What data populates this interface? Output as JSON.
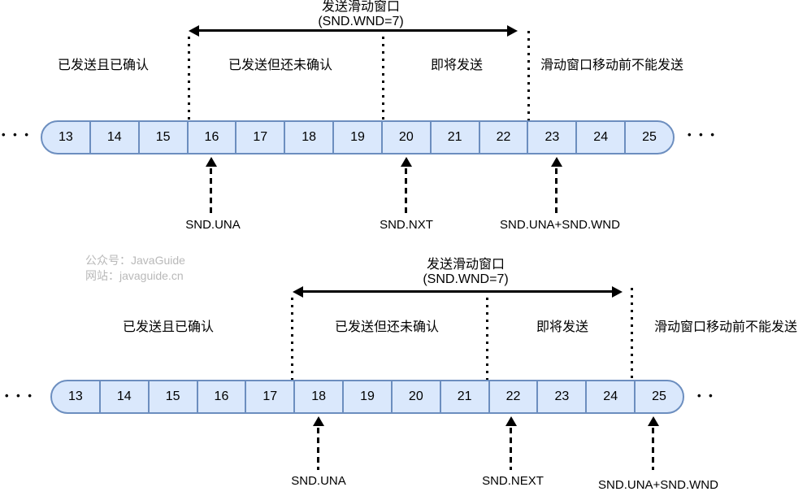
{
  "colors": {
    "cell_fill": "#dae8fc",
    "cell_border": "#6c8ebf",
    "line": "#000000",
    "watermark_text": "#b9b9b9"
  },
  "watermark": {
    "line1": "公众号：JavaGuide",
    "line2": "网站：javaguide.cn"
  },
  "diagram_before": {
    "window_title_line1": "发送滑动窗口",
    "window_title_line2": "(SND.WND=7)",
    "labels": {
      "sent_acked": "已发送且已确认",
      "sent_unacked": "已发送但还未确认",
      "about_to_send": "即将发送",
      "cannot_send": "滑动窗口移动前不能发送"
    },
    "cells": [
      "13",
      "14",
      "15",
      "16",
      "17",
      "18",
      "19",
      "20",
      "21",
      "22",
      "23",
      "24",
      "25"
    ],
    "ellipsis_left": "• • •",
    "ellipsis_right": "• • •",
    "pointers": {
      "una": "SND.UNA",
      "nxt": "SND.NXT",
      "una_plus_wnd": "SND.UNA+SND.WND"
    }
  },
  "diagram_after": {
    "window_title_line1": "发送滑动窗口",
    "window_title_line2": "(SND.WND=7)",
    "labels": {
      "sent_acked": "已发送且已确认",
      "sent_unacked": "已发送但还未确认",
      "about_to_send": "即将发送",
      "cannot_send": "滑动窗口移动前不能发送"
    },
    "cells": [
      "13",
      "14",
      "15",
      "16",
      "17",
      "18",
      "19",
      "20",
      "21",
      "22",
      "23",
      "24",
      "25"
    ],
    "ellipsis_left": "• • •",
    "ellipsis_right": "• •",
    "pointers": {
      "una": "SND.UNA",
      "nxt": "SND.NEXT",
      "una_plus_wnd": "SND.UNA+SND.WND"
    }
  }
}
